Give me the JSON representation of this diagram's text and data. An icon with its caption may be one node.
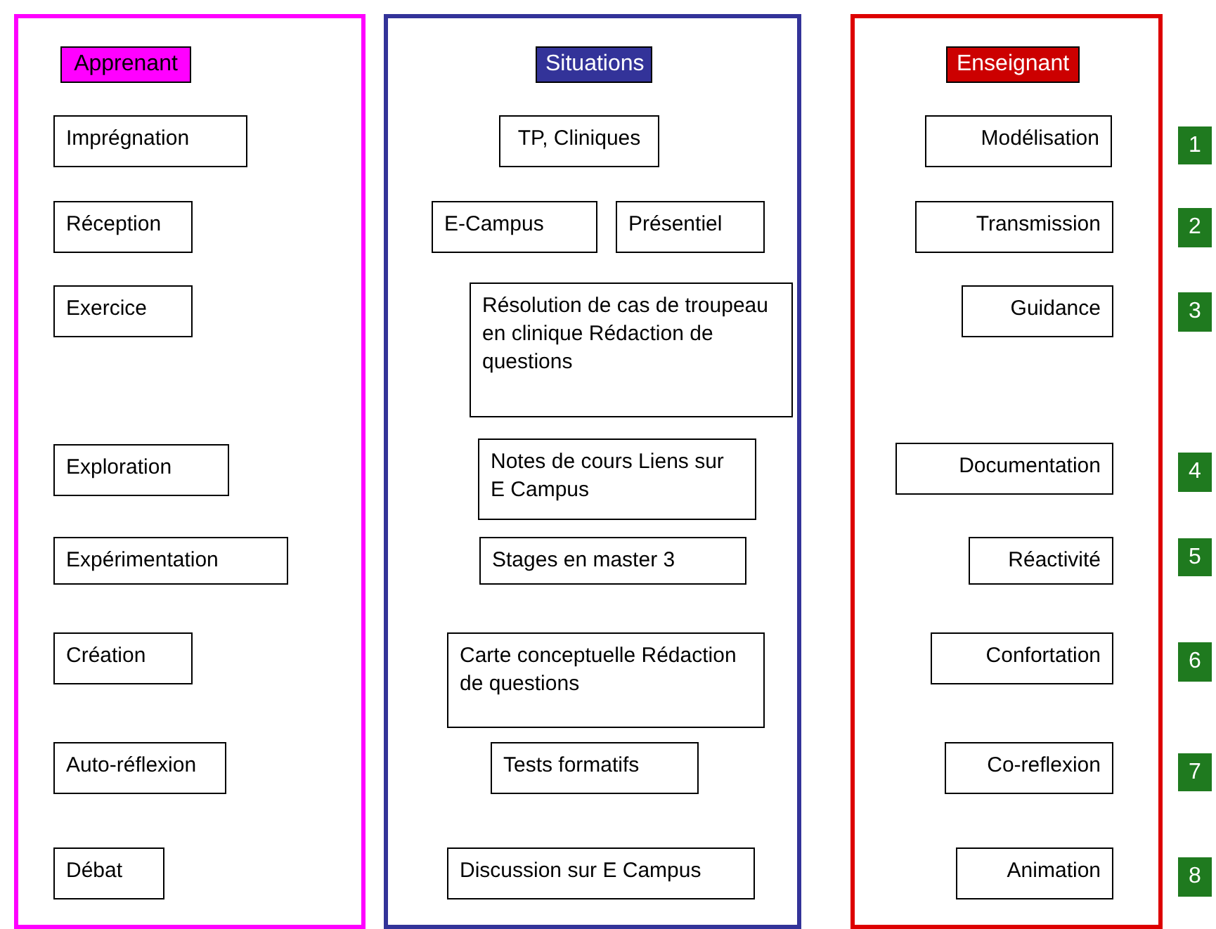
{
  "diagram": {
    "nodes": [
      {
        "text": [
          "Apprenant"
        ]
      },
      {
        "text": [
          "Imprégnation"
        ],
        "in": 0
      },
      {
        "text": [
          "Réception"
        ],
        "in": 0
      },
      {
        "text": [
          "Exercice"
        ],
        "in": 0
      },
      {
        "text": [
          "Exploration"
        ],
        "in": 0
      },
      {
        "text": [
          "Expérimentation"
        ],
        "in": 0
      },
      {
        "text": [
          "Création"
        ],
        "in": 0
      },
      {
        "text": [
          "Auto-réflexion"
        ],
        "in": 0
      },
      {
        "text": [
          "Débat"
        ],
        "in": 0
      },
      {
        "text": [
          "Situations"
        ]
      },
      {
        "text": [
          "TP, Cliniques"
        ],
        "in": 9
      },
      {
        "text": [
          "E-Campus"
        ],
        "in": 9
      },
      {
        "text": [
          "Présentiel"
        ],
        "in": 9
      },
      {
        "text": [
          "Résolution de cas de troupeau en clinique Rédaction de questions"
        ],
        "in": 9
      },
      {
        "text": [
          "Notes de cours Liens sur E Campus"
        ],
        "in": 9
      },
      {
        "text": [
          "Stages en master 3"
        ],
        "in": 9
      },
      {
        "text": [
          "Carte conceptuelle Rédaction de questions"
        ],
        "in": 9
      },
      {
        "text": [
          "Tests formatifs"
        ],
        "in": 9
      },
      {
        "text": [
          "Discussion sur E Campus"
        ],
        "in": 9
      },
      {
        "text": [
          "Enseignant"
        ]
      },
      {
        "text": [
          "Modélisation"
        ],
        "in": 19
      },
      {
        "text": [
          "Transmission"
        ],
        "in": 19
      },
      {
        "text": [
          "Guidance"
        ],
        "in": 19
      },
      {
        "text": [
          "Documentation"
        ],
        "in": 19
      },
      {
        "text": [
          "Réactivité"
        ],
        "in": 19
      },
      {
        "text": [
          "Confortation"
        ],
        "in": 19
      },
      {
        "text": [
          "Co-reflexion"
        ],
        "in": 19
      },
      {
        "text": [
          "Animation"
        ],
        "in": 19
      },
      {
        "text": [
          "1"
        ]
      },
      {
        "text": [
          "2"
        ]
      },
      {
        "text": [
          "3"
        ]
      },
      {
        "text": [
          "4"
        ]
      },
      {
        "text": [
          "5"
        ]
      },
      {
        "text": [
          "6"
        ]
      },
      {
        "text": [
          "7"
        ]
      },
      {
        "text": [
          "8"
        ]
      }
    ]
  }
}
